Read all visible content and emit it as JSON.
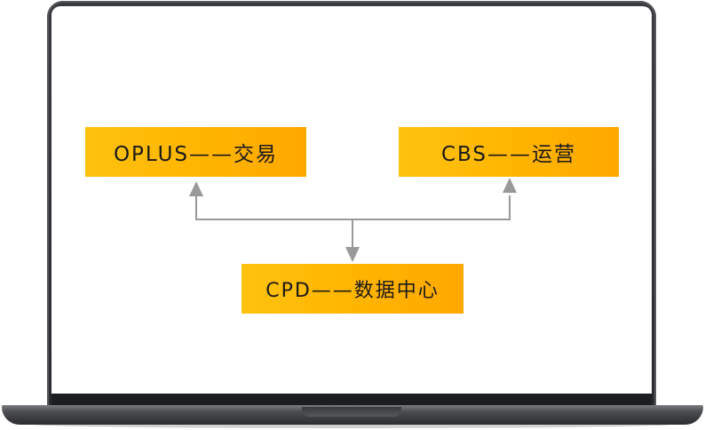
{
  "diagram": {
    "nodes": [
      {
        "id": "oplus",
        "label": "OPLUS——交易"
      },
      {
        "id": "cbs",
        "label": "CBS——运营"
      },
      {
        "id": "cpd",
        "label": "CPD——数据中心"
      }
    ],
    "edges": [
      {
        "from": "cpd",
        "to": "oplus"
      },
      {
        "from": "cpd",
        "to": "cbs"
      }
    ]
  },
  "colors": {
    "node_fill": "#ffb400",
    "arrow": "#999999",
    "laptop_frame": "#2e2f33"
  }
}
